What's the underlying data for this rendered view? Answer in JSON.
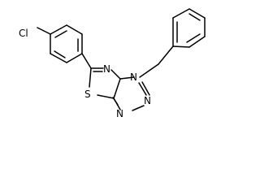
{
  "molecule": {
    "atoms": {
      "chlorine": "Cl",
      "sulfur": "S",
      "nitrogen_ring_junction": "N",
      "nitrogen_thiadiazole": "N",
      "nitrogen_triazole_a": "N",
      "nitrogen_triazole_b": "N"
    }
  }
}
